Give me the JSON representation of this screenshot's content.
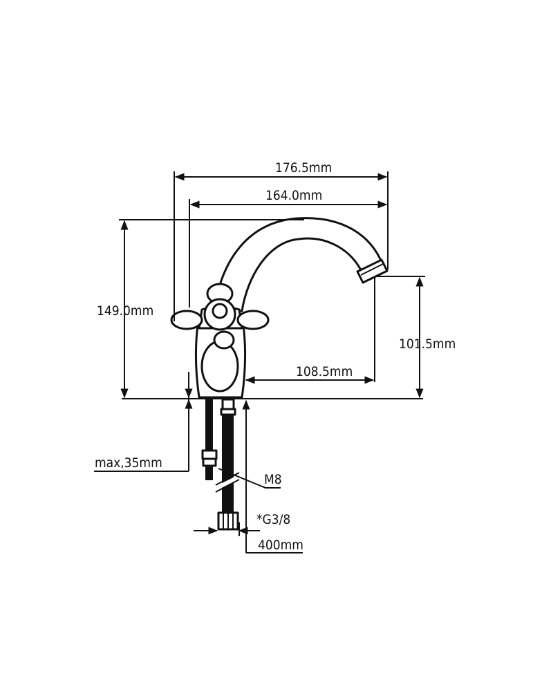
{
  "diagram": {
    "subject": "single-hole basin mixer tap with cross handles",
    "colors": {
      "line": "#111111",
      "background": "#ffffff"
    },
    "dimensions": {
      "overall_width": "176.5mm",
      "spout_reach_from_body": "164.0mm",
      "overall_height": "149.0mm",
      "spout_outlet_height": "101.5mm",
      "spout_reach_from_axis": "108.5mm",
      "max_counter_thickness": "max,35mm",
      "stud_thread": "M8",
      "hose_connection": "*G3/8",
      "hose_length": "400mm"
    }
  }
}
